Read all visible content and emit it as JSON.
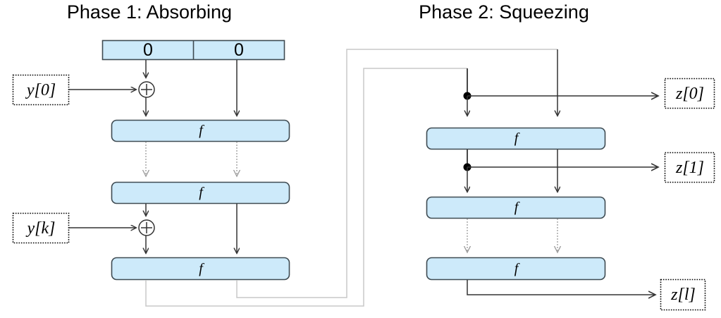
{
  "diagram": {
    "kind": "sponge-construction",
    "colors": {
      "block_fill": "#cdeafa",
      "block_stroke": "#3f4b52",
      "solid_line": "#333333",
      "dashed_gray": "#9a9a9a",
      "feedback_gray": "#c8c8c8",
      "text": "#000000",
      "background": "#ffffff"
    },
    "phases": [
      {
        "id": "phase1",
        "title": "Phase 1: Absorbing"
      },
      {
        "id": "phase2",
        "title": "Phase 2: Squeezing"
      }
    ],
    "initial_state": {
      "rate_cell": "0",
      "capacity_cell": "0"
    },
    "permutation_label": "f",
    "permutation_blocks_phase1": [
      "f",
      "f",
      "f"
    ],
    "permutation_blocks_phase2": [
      "f",
      "f",
      "f"
    ],
    "inputs": [
      {
        "name": "input-y0",
        "label": "y[0]"
      },
      {
        "name": "input-yk",
        "label": "y[k]"
      }
    ],
    "outputs": [
      {
        "name": "output-z0",
        "label": "z[0]"
      },
      {
        "name": "output-z1",
        "label": "z[1]"
      },
      {
        "name": "output-zl",
        "label": "z[l]"
      }
    ],
    "xor_nodes": [
      "xor-0",
      "xor-k"
    ],
    "tap_nodes": [
      "tap-z0",
      "tap-z1"
    ]
  }
}
